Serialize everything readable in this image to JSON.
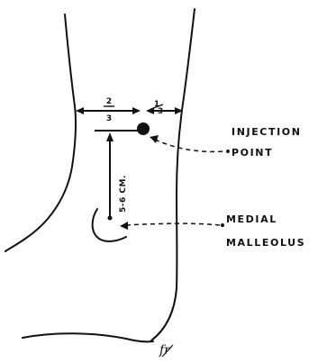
{
  "labels": {
    "injection_line1": "INJECTION",
    "injection_line2": "POINT",
    "medial_line1": "MEDIAL",
    "medial_line2": "MALLEOLUS"
  },
  "fractions": {
    "left_num": "2",
    "left_den": "3",
    "right_num": "1",
    "right_den": "3"
  },
  "measurement": "5-6 CM.",
  "signature": "fr",
  "colors": {
    "ink": "#111111",
    "paper": "#ffffff"
  }
}
